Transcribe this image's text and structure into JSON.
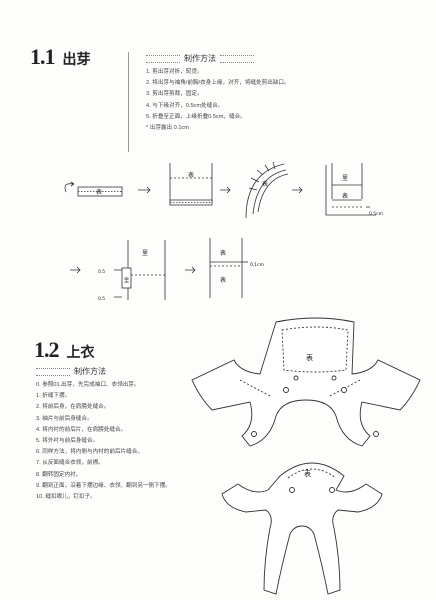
{
  "section1": {
    "number": "1.1",
    "name": "出芽",
    "method_title": "制作方法",
    "steps": [
      "1. 剪出芽对折，熨烫。",
      "2. 将出芽与袖角/前胸/衣身上缘，对齐，将缝处剪出缺口。",
      "3. 剪出芽剪裁，固定。",
      "4. 与下缘对齐，0.5cm处缝合。",
      "5. 折叠至正面，上缘折叠0.5cm，缝合。",
      "* 出芽露出 0.1cm"
    ],
    "diagram_labels": {
      "front": "表",
      "back": "里",
      "m05": "0.5cm",
      "m01": "0.1cm",
      "m05b": "0.5",
      "cm": "cm"
    }
  },
  "section2": {
    "number": "1.2",
    "name": "上衣",
    "method_title": "制作方法",
    "steps": [
      "0. 参照01.出芽，先完成袖口、衣领出芽。",
      "1. 折缝下摆。",
      "2. 将前后身，在肩膀处缝合。",
      "3. 袖片与前后身缝合。",
      "4. 将内衬的前后片，在肩膀处缝合。",
      "5. 将外衬与前后身缝合。",
      "6. 同样方法，将内侧与内衬的前后片缝合。",
      "7. 从反面缝合衣领，前襟。",
      "8. 翻转固定内衬。",
      "9. 翻到正面，沿着下摆边缘、衣领、翻到另一侧下摆。",
      "10. 缝扣眼儿，钉扣子。"
    ],
    "pattern_label": "表"
  }
}
